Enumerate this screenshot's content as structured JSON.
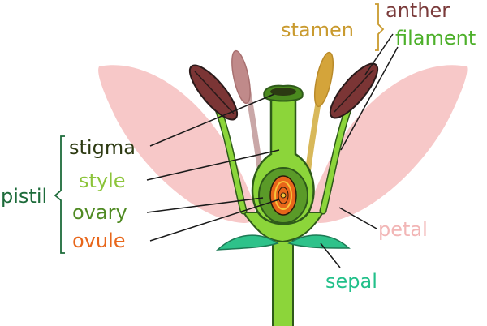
{
  "labels": {
    "stamen": "stamen",
    "anther": "anther",
    "filament": "filament",
    "pistil": "pistil",
    "stigma": "stigma",
    "style": "style",
    "ovary": "ovary",
    "ovule": "ovule",
    "petal": "petal",
    "sepal": "sepal"
  },
  "colors": {
    "stamen": "#c99a2e",
    "anther": "#7a3a3a",
    "filament": "#4db02a",
    "pistil": "#1d6b3a",
    "stigma": "#2d3a12",
    "style": "#8cc43a",
    "ovary": "#4f8a22",
    "ovule": "#e8661a",
    "petal": "#f6c6c6",
    "sepal": "#22c08a",
    "stem_green": "#8cd53a",
    "outline": "#1f3a1f"
  }
}
